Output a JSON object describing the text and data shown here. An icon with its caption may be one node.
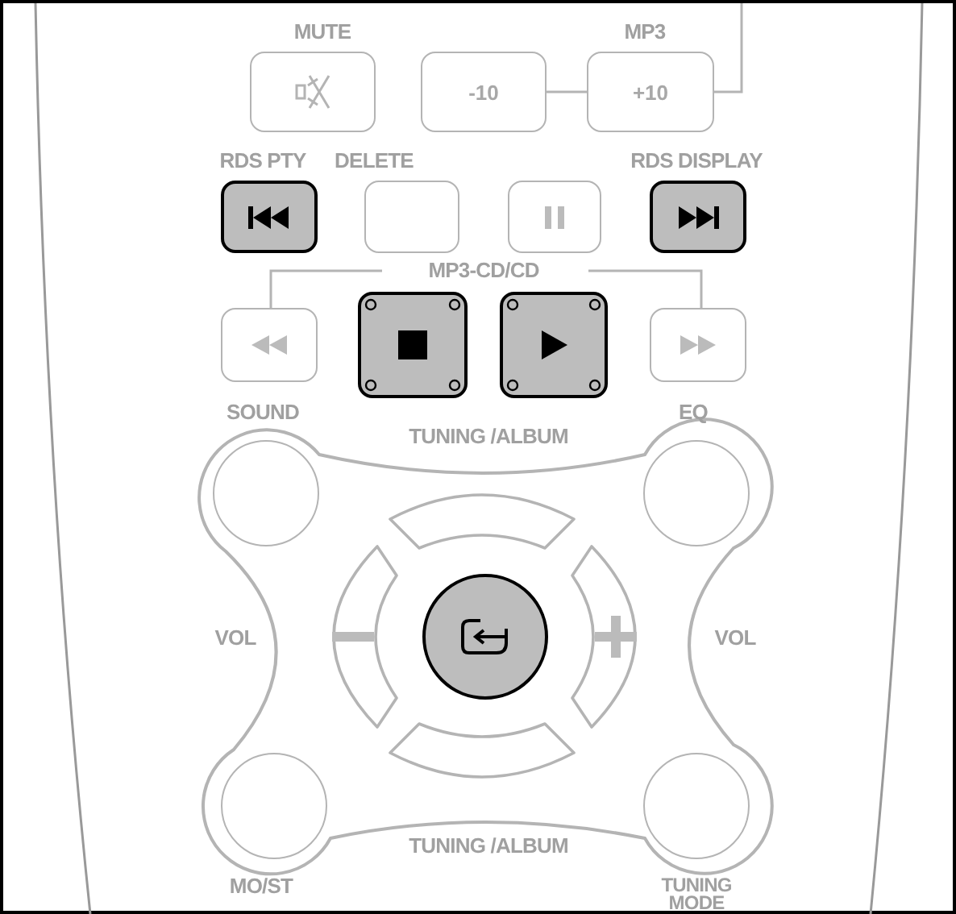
{
  "diagram": {
    "nodes": [
      {
        "text": [],
        "shape": "box",
        "beside": [
          "MUTE"
        ]
      },
      {
        "text": [
          "-10"
        ]
      },
      {
        "text": [
          "+10"
        ],
        "beside": [
          "MP3"
        ]
      },
      {
        "text": [],
        "shape": "box",
        "beside": [
          "RDS PTY"
        ]
      },
      {
        "text": [],
        "shape": "box",
        "beside": [
          "DELETE"
        ]
      },
      {
        "text": [],
        "shape": "box"
      },
      {
        "text": [],
        "shape": "box",
        "beside": [
          "RDS DISPLAY"
        ]
      },
      {
        "text": [],
        "shape": "box"
      },
      {
        "text": [],
        "shape": "box"
      },
      {
        "text": [],
        "shape": "box"
      },
      {
        "text": [],
        "shape": "box"
      },
      {
        "text": [],
        "shape": "circle",
        "beside": [
          "SOUND"
        ]
      },
      {
        "text": [],
        "shape": "button"
      },
      {
        "text": [],
        "shape": "circle",
        "beside": [
          "EQ"
        ]
      },
      {
        "text": [],
        "shape": "button",
        "beside": [
          "VOL"
        ]
      },
      {
        "text": [],
        "shape": "circle"
      },
      {
        "text": [],
        "shape": "button",
        "beside": [
          "VOL"
        ]
      },
      {
        "text": [],
        "shape": "button",
        "beside": [
          "TUNING /ALBUM"
        ]
      },
      {
        "text": [],
        "shape": "circle",
        "beside": [
          "MO/ST"
        ]
      },
      {
        "text": [],
        "shape": "circle",
        "beside": [
          "TUNING MODE"
        ]
      }
    ],
    "edges": [
      {
        "from": 1,
        "to": 2,
        "arrow": "none"
      }
    ],
    "labels": [
      "MP3-CD/CD",
      "TUNING /ALBUM"
    ]
  }
}
